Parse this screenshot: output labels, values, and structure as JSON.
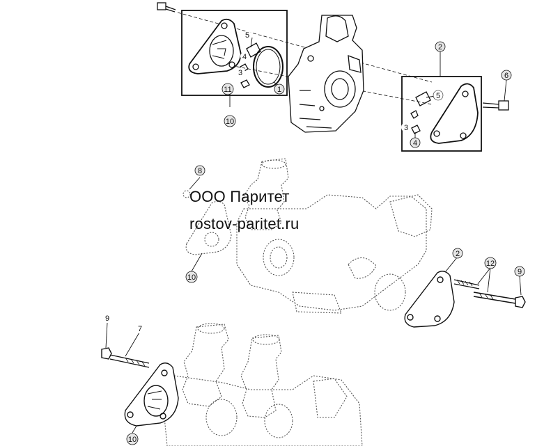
{
  "watermark": {
    "line1": "ООО Паритет",
    "line2": "rostov-paritet.ru"
  },
  "callouts": {
    "c1": "1",
    "c2a": "2",
    "c2b": "2",
    "c3a": "3",
    "c3b": "3",
    "c4a": "4",
    "c4b": "4",
    "c5a": "5",
    "c5b": "5",
    "c6": "6",
    "c7": "7",
    "c8": "8",
    "c9a": "9",
    "c9b": "9",
    "c10a": "10",
    "c10b": "10",
    "c10c": "10",
    "c11": "11",
    "c12": "12"
  },
  "colors": {
    "ink": "#111111",
    "ghost": "#555555",
    "callout_fill": "#e6e6e6"
  }
}
